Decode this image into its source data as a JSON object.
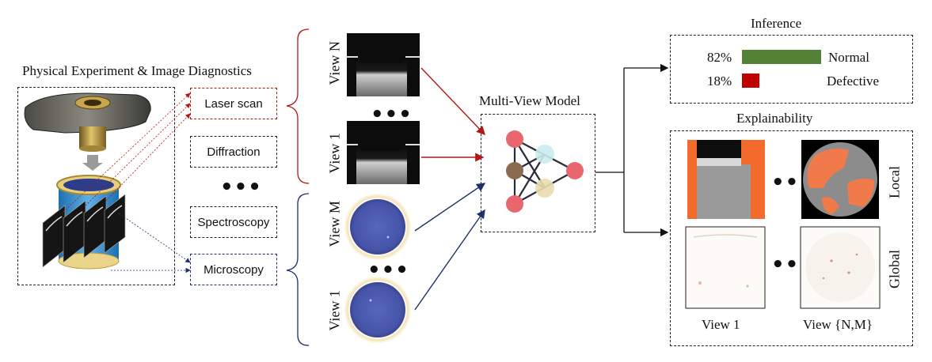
{
  "left_panel": {
    "title": "Physical Experiment  & Image Diagnostics"
  },
  "methods": {
    "laser_scan": "Laser scan",
    "diffraction": "Diffraction",
    "ellipsis": "•••",
    "spectroscopy": "Spectroscopy",
    "microscopy": "Microscopy"
  },
  "views": {
    "laser_top": "View N",
    "laser_bottom": "View 1",
    "micro_top": "View M",
    "micro_bottom": "View 1",
    "ellipsis": "•••"
  },
  "model": {
    "title": "Multi-View Model"
  },
  "inference": {
    "title": "Inference",
    "rows": [
      {
        "percent": "82%",
        "value": 0.82,
        "label": "Normal",
        "color": "#538135"
      },
      {
        "percent": "18%",
        "value": 0.18,
        "label": "Defective",
        "color": "#c00000"
      }
    ]
  },
  "explainability": {
    "title": "Explainability",
    "local_label": "Local",
    "global_label": "Global",
    "view1_label": "View 1",
    "viewNM_label": "View {N,M}",
    "ellipsis": "•••"
  },
  "colors": {
    "laser_arrow": "#b01818",
    "micro_arrow": "#1e2f6e",
    "heat_orange": "#f26a2c",
    "wafer_blue": "#4b5bb0"
  }
}
